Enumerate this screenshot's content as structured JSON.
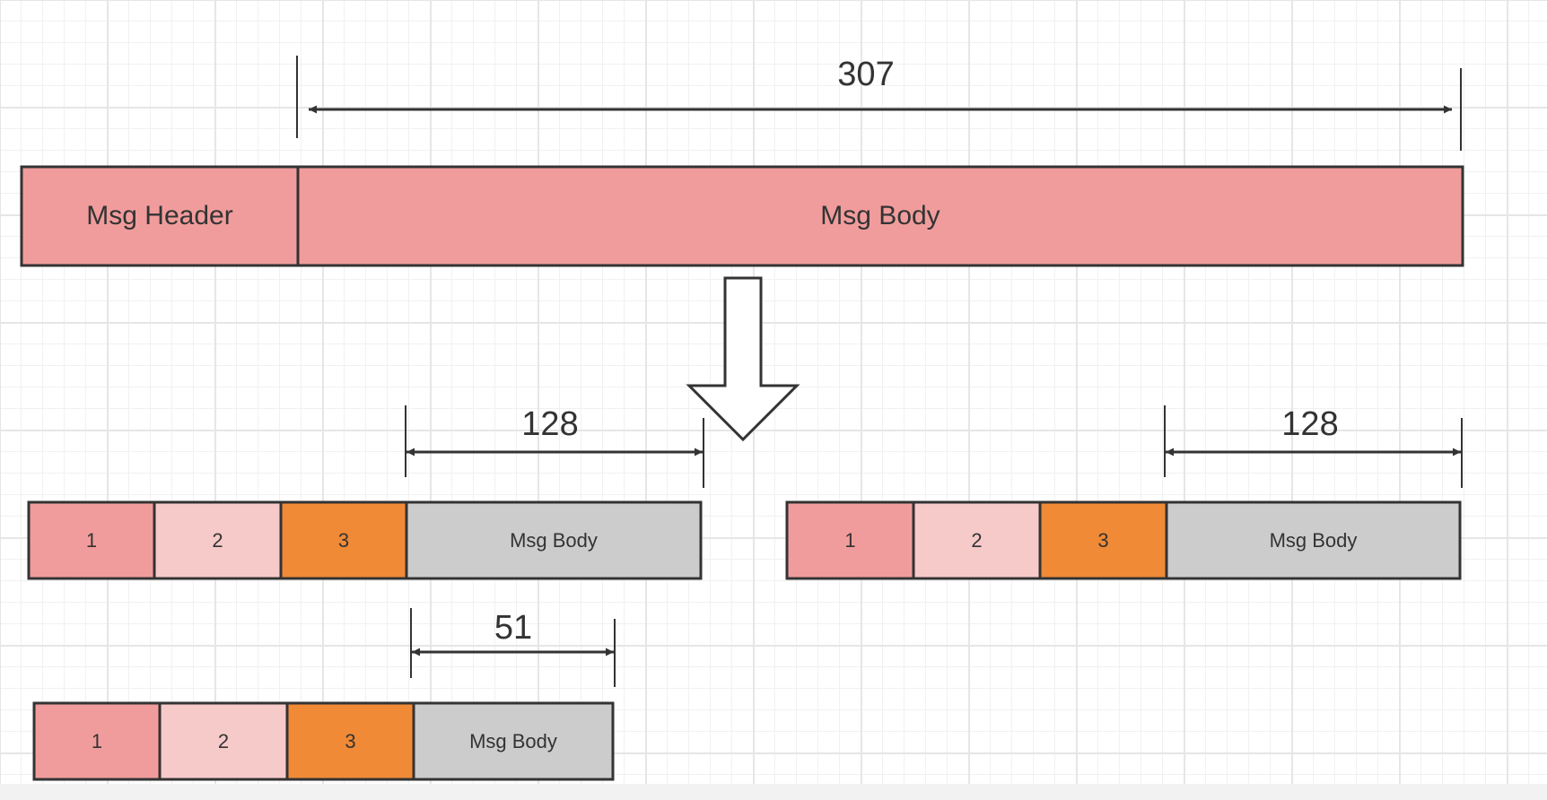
{
  "diagram": {
    "colors": {
      "stroke": "#333333",
      "header_fill": "#f19c9c",
      "field1_fill": "#f19c9c",
      "field2_fill": "#f7caca",
      "field3_fill": "#f08a36",
      "body_fill": "#cccccc"
    },
    "top_message": {
      "header_label": "Msg Header",
      "body_label": "Msg Body",
      "size_label": "307"
    },
    "split_arrow": "down-arrow",
    "packets": [
      {
        "fields": [
          "1",
          "2",
          "3"
        ],
        "body_label": "Msg Body",
        "size_label": "128"
      },
      {
        "fields": [
          "1",
          "2",
          "3"
        ],
        "body_label": "Msg Body",
        "size_label": "128"
      },
      {
        "fields": [
          "1",
          "2",
          "3"
        ],
        "body_label": "Msg Body",
        "size_label": "51"
      }
    ]
  }
}
